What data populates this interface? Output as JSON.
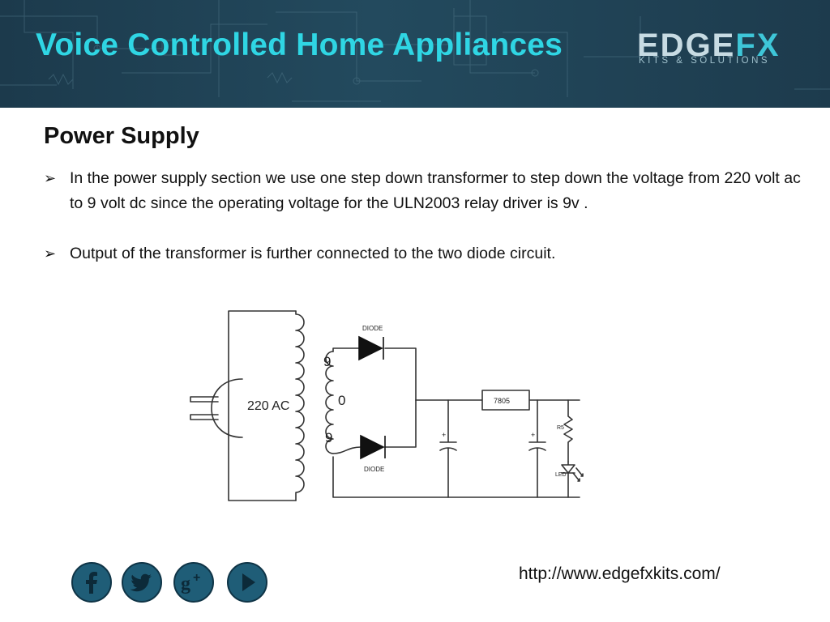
{
  "header": {
    "title": "Voice Controlled Home Appliances",
    "logo": {
      "main_left": "EDGE",
      "main_right": "FX",
      "tagline": "KITS & SOLUTIONS"
    },
    "background_color": "#1f4254",
    "title_color": "#2fd6e4"
  },
  "section": {
    "heading": "Power Supply",
    "bullets": [
      {
        "text": "In the power supply section we use one step down transformer to step down the voltage from 220 volt ac to 9 volt dc since the operating voltage for the ULN2003 relay driver is 9v ."
      },
      {
        "text": "Output of the transformer is further connected to the two diode circuit."
      }
    ]
  },
  "diagram": {
    "labels": {
      "mains": "220 AC",
      "tap_top": "9",
      "tap_center": "0",
      "tap_bottom": "9",
      "diode_top": "DIODE",
      "diode_bottom": "DIODE",
      "regulator": "7805",
      "resistor": "R5",
      "led": "LED"
    }
  },
  "footer": {
    "social": [
      {
        "name": "facebook",
        "glyph": "f"
      },
      {
        "name": "twitter",
        "glyph": "bird"
      },
      {
        "name": "google-plus",
        "glyph": "g+"
      },
      {
        "name": "youtube",
        "glyph": "play"
      }
    ],
    "url": "http://www.edgefxkits.com/",
    "icon_color": "#1f5d77"
  }
}
